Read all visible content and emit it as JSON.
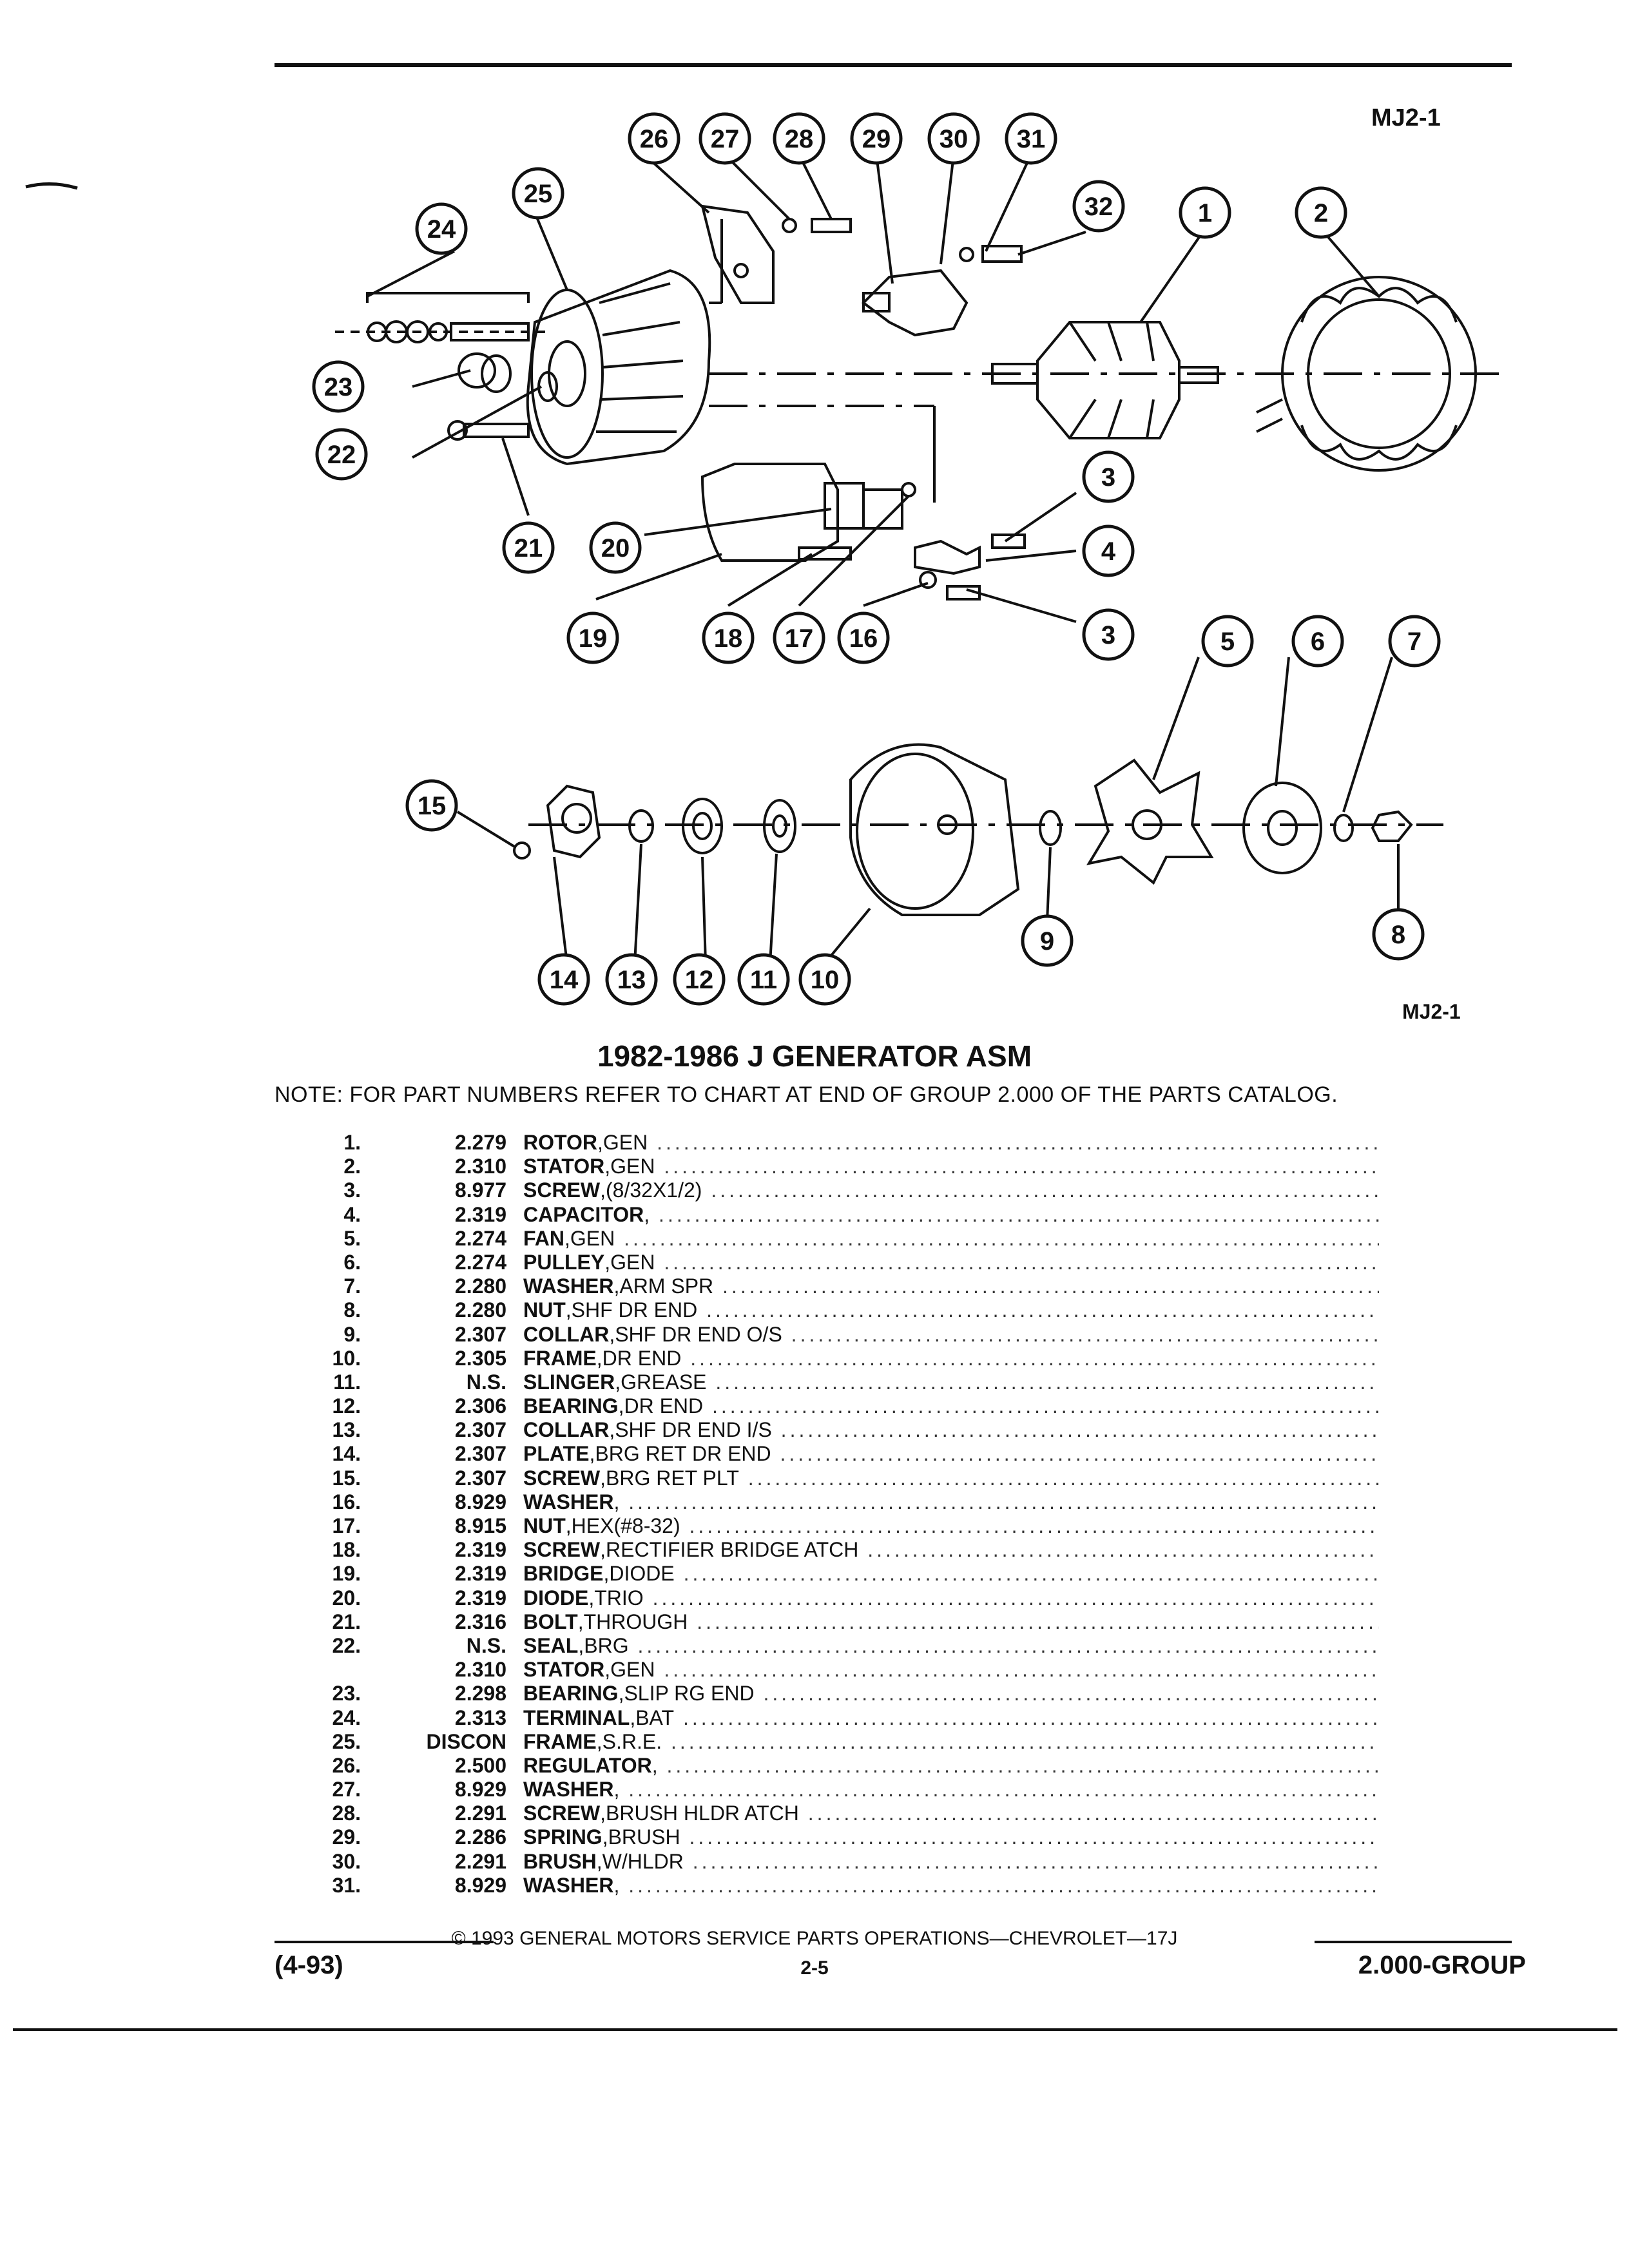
{
  "header": {
    "code_top": "MJ2-1",
    "code_bottom": "MJ2-1"
  },
  "diagram": {
    "callouts": [
      "1",
      "2",
      "3",
      "4",
      "3",
      "5",
      "6",
      "7",
      "8",
      "9",
      "10",
      "11",
      "12",
      "13",
      "14",
      "15",
      "16",
      "17",
      "18",
      "19",
      "20",
      "21",
      "22",
      "23",
      "24",
      "25",
      "26",
      "27",
      "28",
      "29",
      "30",
      "31",
      "32"
    ]
  },
  "title": "1982-1986 J GENERATOR ASM",
  "note": "NOTE:  FOR PART NUMBERS REFER TO CHART AT END OF GROUP 2.000 OF THE PARTS CATALOG.",
  "parts": [
    {
      "num": "1.",
      "group": "2.279",
      "name": "ROTOR",
      "sub": ",GEN"
    },
    {
      "num": "2.",
      "group": "2.310",
      "name": "STATOR",
      "sub": ",GEN"
    },
    {
      "num": "3.",
      "group": "8.977",
      "name": "SCREW",
      "sub": ",(8/32X1/2)"
    },
    {
      "num": "4.",
      "group": "2.319",
      "name": "CAPACITOR",
      "sub": ","
    },
    {
      "num": "5.",
      "group": "2.274",
      "name": "FAN",
      "sub": ",GEN"
    },
    {
      "num": "6.",
      "group": "2.274",
      "name": "PULLEY",
      "sub": ",GEN"
    },
    {
      "num": "7.",
      "group": "2.280",
      "name": "WASHER",
      "sub": ",ARM SPR"
    },
    {
      "num": "8.",
      "group": "2.280",
      "name": "NUT",
      "sub": ",SHF DR END"
    },
    {
      "num": "9.",
      "group": "2.307",
      "name": "COLLAR",
      "sub": ",SHF DR END O/S"
    },
    {
      "num": "10.",
      "group": "2.305",
      "name": "FRAME",
      "sub": ",DR END"
    },
    {
      "num": "11.",
      "group": "N.S.",
      "name": "SLINGER",
      "sub": ",GREASE"
    },
    {
      "num": "12.",
      "group": "2.306",
      "name": "BEARING",
      "sub": ",DR END"
    },
    {
      "num": "13.",
      "group": "2.307",
      "name": "COLLAR",
      "sub": ",SHF DR END I/S"
    },
    {
      "num": "14.",
      "group": "2.307",
      "name": "PLATE",
      "sub": ",BRG RET DR END"
    },
    {
      "num": "15.",
      "group": "2.307",
      "name": "SCREW",
      "sub": ",BRG RET PLT"
    },
    {
      "num": "16.",
      "group": "8.929",
      "name": "WASHER",
      "sub": ","
    },
    {
      "num": "17.",
      "group": "8.915",
      "name": "NUT",
      "sub": ",HEX(#8-32)"
    },
    {
      "num": "18.",
      "group": "2.319",
      "name": "SCREW",
      "sub": ",RECTIFIER BRIDGE ATCH"
    },
    {
      "num": "19.",
      "group": "2.319",
      "name": "BRIDGE",
      "sub": ",DIODE"
    },
    {
      "num": "20.",
      "group": "2.319",
      "name": "DIODE",
      "sub": ",TRIO"
    },
    {
      "num": "21.",
      "group": "2.316",
      "name": "BOLT",
      "sub": ",THROUGH"
    },
    {
      "num": "22.",
      "group": "N.S.",
      "name": "SEAL",
      "sub": ",BRG"
    },
    {
      "num": "",
      "group": "2.310",
      "name": "STATOR",
      "sub": ",GEN"
    },
    {
      "num": "23.",
      "group": "2.298",
      "name": "BEARING",
      "sub": ",SLIP RG END"
    },
    {
      "num": "24.",
      "group": "2.313",
      "name": "TERMINAL",
      "sub": ",BAT"
    },
    {
      "num": "25.",
      "group": "DISCON",
      "name": "FRAME",
      "sub": ",S.R.E."
    },
    {
      "num": "26.",
      "group": "2.500",
      "name": "REGULATOR",
      "sub": ","
    },
    {
      "num": "27.",
      "group": "8.929",
      "name": "WASHER",
      "sub": ","
    },
    {
      "num": "28.",
      "group": "2.291",
      "name": "SCREW",
      "sub": ",BRUSH HLDR ATCH"
    },
    {
      "num": "29.",
      "group": "2.286",
      "name": "SPRING",
      "sub": ",BRUSH"
    },
    {
      "num": "30.",
      "group": "2.291",
      "name": "BRUSH",
      "sub": ",W/HLDR"
    },
    {
      "num": "31.",
      "group": "8.929",
      "name": "WASHER",
      "sub": ","
    }
  ],
  "footer": {
    "copyright": "©  1993  GENERAL MOTORS SERVICE PARTS OPERATIONS—CHEVROLET—17J",
    "date": "(4-93)",
    "page": "2-5",
    "group": "2.000-GROUP"
  }
}
